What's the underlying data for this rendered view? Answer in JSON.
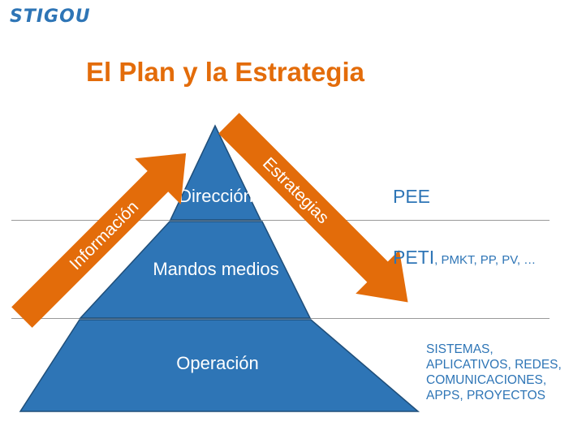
{
  "header": {
    "logo_text": "STIGOU",
    "title": "El Plan y la Estrategia"
  },
  "colors": {
    "logo": "#2e75b6",
    "title": "#e36c0a",
    "pyramid_fill": "#2e75b6",
    "pyramid_stroke": "#1f4e79",
    "arrow": "#e36c0a",
    "side_text": "#2e75b6",
    "divider": "#9a9a9a"
  },
  "pyramid": {
    "levels": [
      {
        "label": "Dirección"
      },
      {
        "label": "Mandos medios"
      },
      {
        "label": "Operación"
      }
    ]
  },
  "arrows": {
    "up_label": "Información",
    "down_label": "Estrategias"
  },
  "side": {
    "level1": "PEE",
    "level2_main": "PETI",
    "level2_rest": ", PMKT, PP, PV, …",
    "level3_lines": [
      "SISTEMAS,",
      "APLICATIVOS, REDES,",
      "COMUNICACIONES,",
      "APPS, PROYECTOS"
    ]
  }
}
